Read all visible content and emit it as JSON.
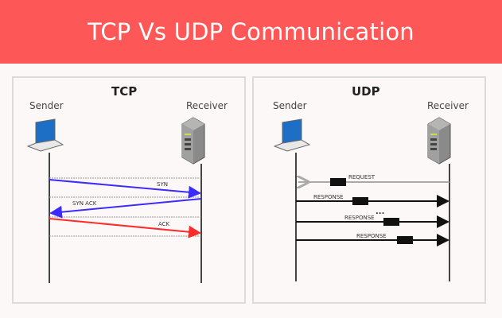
{
  "header": {
    "title": "TCP Vs UDP Communication",
    "color": "#fe5757"
  },
  "tcp": {
    "title": "TCP",
    "sender_label": "Sender",
    "receiver_label": "Receiver",
    "messages": [
      {
        "label": "SYN",
        "direction": "sender-to-receiver",
        "color": "#3b2bff"
      },
      {
        "label": "SYN ACK",
        "direction": "receiver-to-sender",
        "color": "#3b2bff"
      },
      {
        "label": "ACK",
        "direction": "sender-to-receiver",
        "color": "#ff2a2a"
      }
    ]
  },
  "udp": {
    "title": "UDP",
    "sender_label": "Sender",
    "receiver_label": "Receiver",
    "ellipsis": "...",
    "messages": [
      {
        "label": "REQUEST",
        "direction": "receiver-to-sender",
        "color": "#a9a9a9"
      },
      {
        "label": "RESPONSE",
        "direction": "sender-to-receiver",
        "color": "#111111"
      },
      {
        "label": "RESPONSE",
        "direction": "sender-to-receiver",
        "color": "#111111"
      },
      {
        "label": "RESPONSE",
        "direction": "sender-to-receiver",
        "color": "#111111"
      }
    ]
  }
}
